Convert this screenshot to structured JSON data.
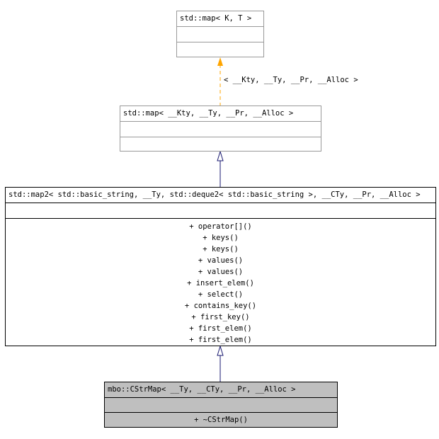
{
  "classes": {
    "std_map_kt": {
      "title": "std::map< K, T >"
    },
    "std_map_kty": {
      "title": "std::map< __Kty, __Ty, __Pr, __Alloc >"
    },
    "std_map2": {
      "title": "std::map2< std::basic_string, __Ty, std::deque2< std::basic_string >, __CTy, __Pr, __Alloc >",
      "operations": [
        "+ operator[]()",
        "+ keys()",
        "+ keys()",
        "+ values()",
        "+ values()",
        "+ insert_elem()",
        "+ select()",
        "+ contains_key()",
        "+ first_key()",
        "+ first_elem()",
        "+ first_elem()"
      ]
    },
    "mbo_cstrmap": {
      "title": "mbo::CStrMap< __Ty, __CTy, __Pr, __Alloc >",
      "operations": [
        "+ ~CStrMap()"
      ]
    }
  },
  "edges": {
    "template_binding": {
      "label": "< __Kty, __Ty, __Pr, __Alloc >",
      "color": "#ffa500"
    },
    "inheritance_color": "#191970"
  },
  "colors": {
    "node_border": "#999999",
    "node_border_strong": "#000000",
    "highlight_fill": "#bfbfbf"
  }
}
